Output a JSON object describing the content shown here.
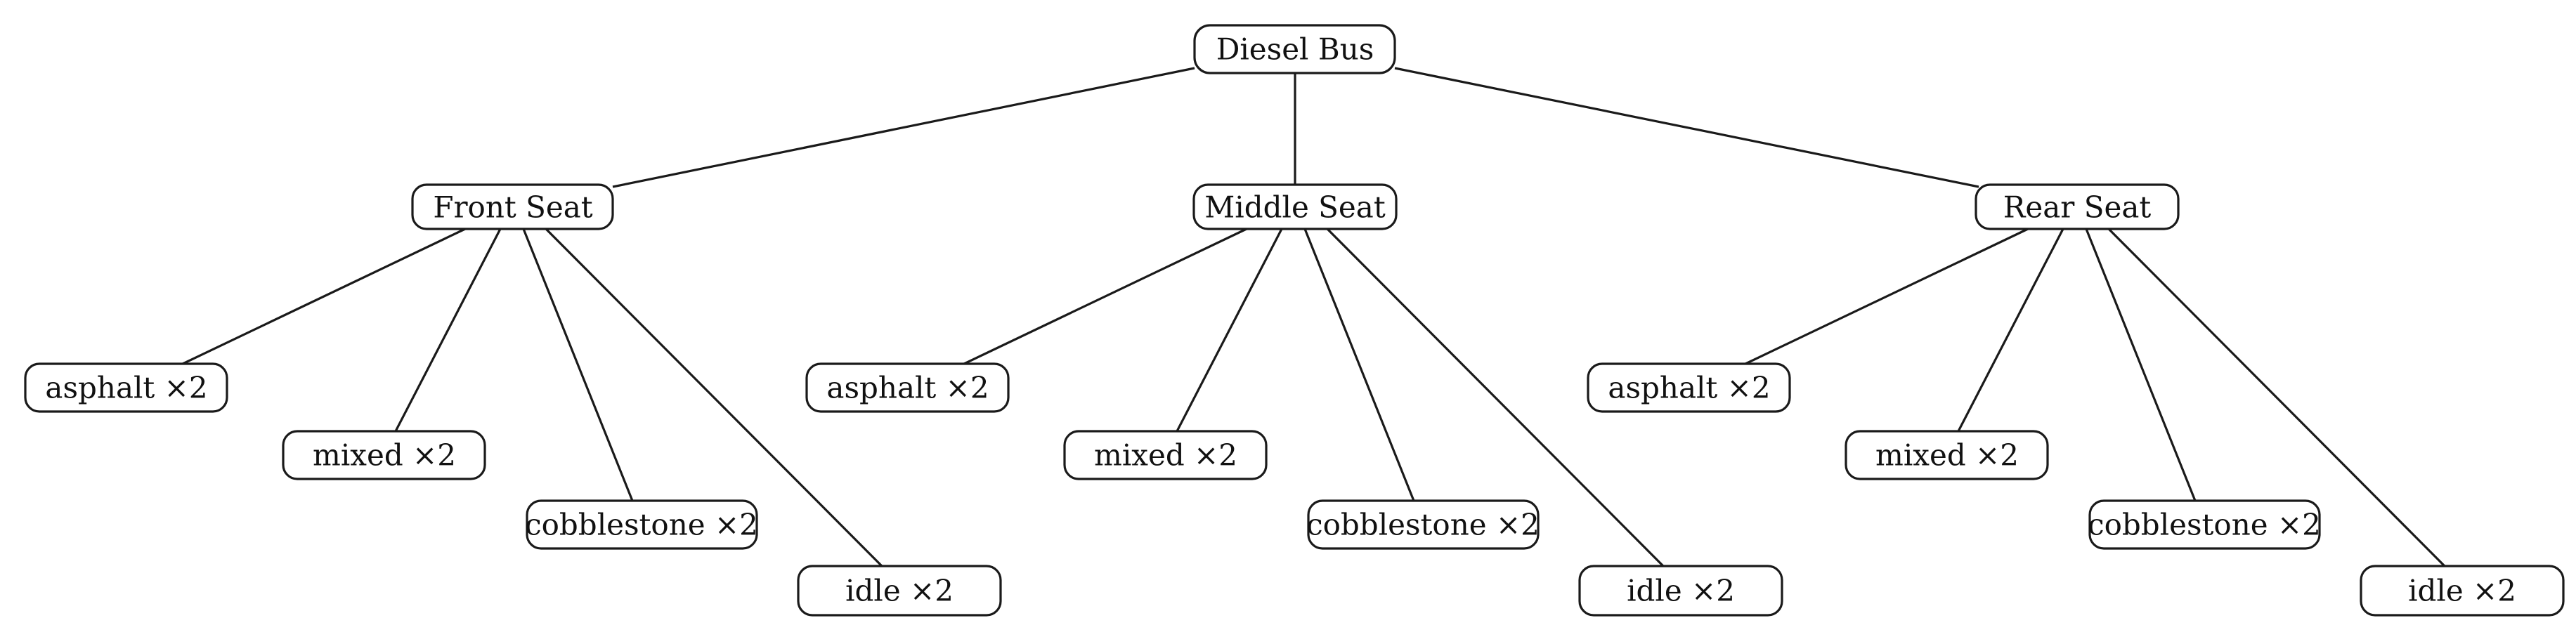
{
  "tree": {
    "root": {
      "label": "Diesel Bus",
      "children": [
        {
          "label": "Front Seat",
          "children": [
            {
              "label": "asphalt ×2"
            },
            {
              "label": "mixed ×2"
            },
            {
              "label": "cobblestone ×2"
            },
            {
              "label": "idle ×2"
            }
          ]
        },
        {
          "label": "Middle Seat",
          "children": [
            {
              "label": "asphalt ×2"
            },
            {
              "label": "mixed ×2"
            },
            {
              "label": "cobblestone ×2"
            },
            {
              "label": "idle ×2"
            }
          ]
        },
        {
          "label": "Rear Seat",
          "children": [
            {
              "label": "asphalt ×2"
            },
            {
              "label": "mixed ×2"
            },
            {
              "label": "cobblestone ×2"
            },
            {
              "label": "idle ×2"
            }
          ]
        }
      ]
    }
  },
  "colors": {
    "stroke": "#1a1a1a",
    "text": "#111111",
    "background": "#ffffff"
  }
}
